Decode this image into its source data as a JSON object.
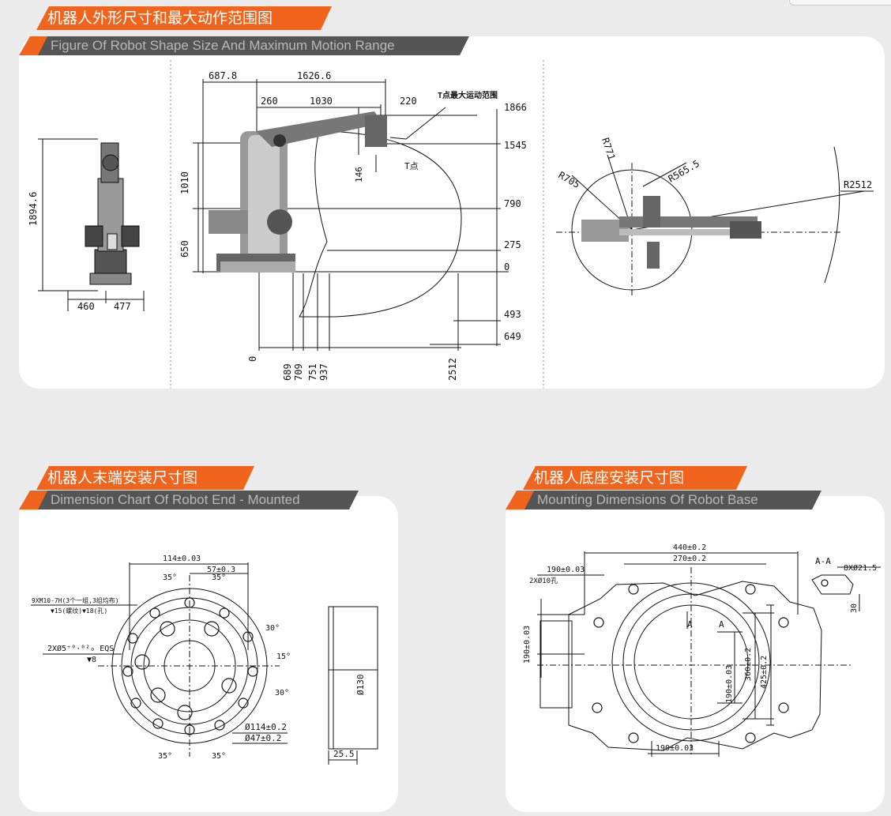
{
  "sections": {
    "range": {
      "title_cn": "机器人外形尺寸和最大动作范围图",
      "title_en": "Figure Of Robot Shape Size And Maximum Motion Range"
    },
    "end": {
      "title_cn": "机器人末端安装尺寸图",
      "title_en": "Dimension Chart Of Robot End - Mounted"
    },
    "base": {
      "title_cn": "机器人底座安装尺寸图",
      "title_en": "Mounting Dimensions Of Robot Base"
    }
  },
  "front_view": {
    "height": "1894.6",
    "w_left": "460",
    "w_right": "477"
  },
  "side_view": {
    "top_a": "687.8",
    "top_b": "1626.6",
    "arm_a": "260",
    "arm_b": "1030",
    "arm_c": "220",
    "t_range_label": "T点最大运动范围",
    "t_point": "T点",
    "offset": "146",
    "left_a": "1010",
    "left_b": "650",
    "right": [
      "1866",
      "1545",
      "790",
      "275",
      "0",
      "493",
      "649"
    ],
    "bottom": [
      "0",
      "689",
      "709",
      "751",
      "937",
      "2512"
    ]
  },
  "top_view": {
    "r1": "R705",
    "r2": "R771",
    "r3": "R565.5",
    "r4": "R2512"
  },
  "end_view": {
    "d1": "114±0.03",
    "d2": "57±0.3",
    "thread1": "9XM10-7H(3个一组,3组均布)",
    "thread2": "▼15(螺纹)▼18(孔)",
    "pin": "2XØ5⁺⁰·⁰²₀ EQS",
    "pin_depth": "▼8",
    "a35": "35°",
    "a30": "30°",
    "a15": "15°",
    "dia1": "Ø114±0.2",
    "dia2": "Ø47±0.2",
    "dia3": "Ø130",
    "thick": "25.5"
  },
  "base_view": {
    "w1": "440±0.2",
    "w2": "270±0.2",
    "w3": "190±0.03",
    "pin": "2XØ10孔",
    "h1": "190±0.03",
    "h2": "360±0.2",
    "h3": "425±0.2",
    "h4": "190±0.03",
    "bottom": "190±0.03",
    "section": "A-A",
    "hole": "8XØ21.5",
    "depth": "30",
    "mark": "A"
  }
}
